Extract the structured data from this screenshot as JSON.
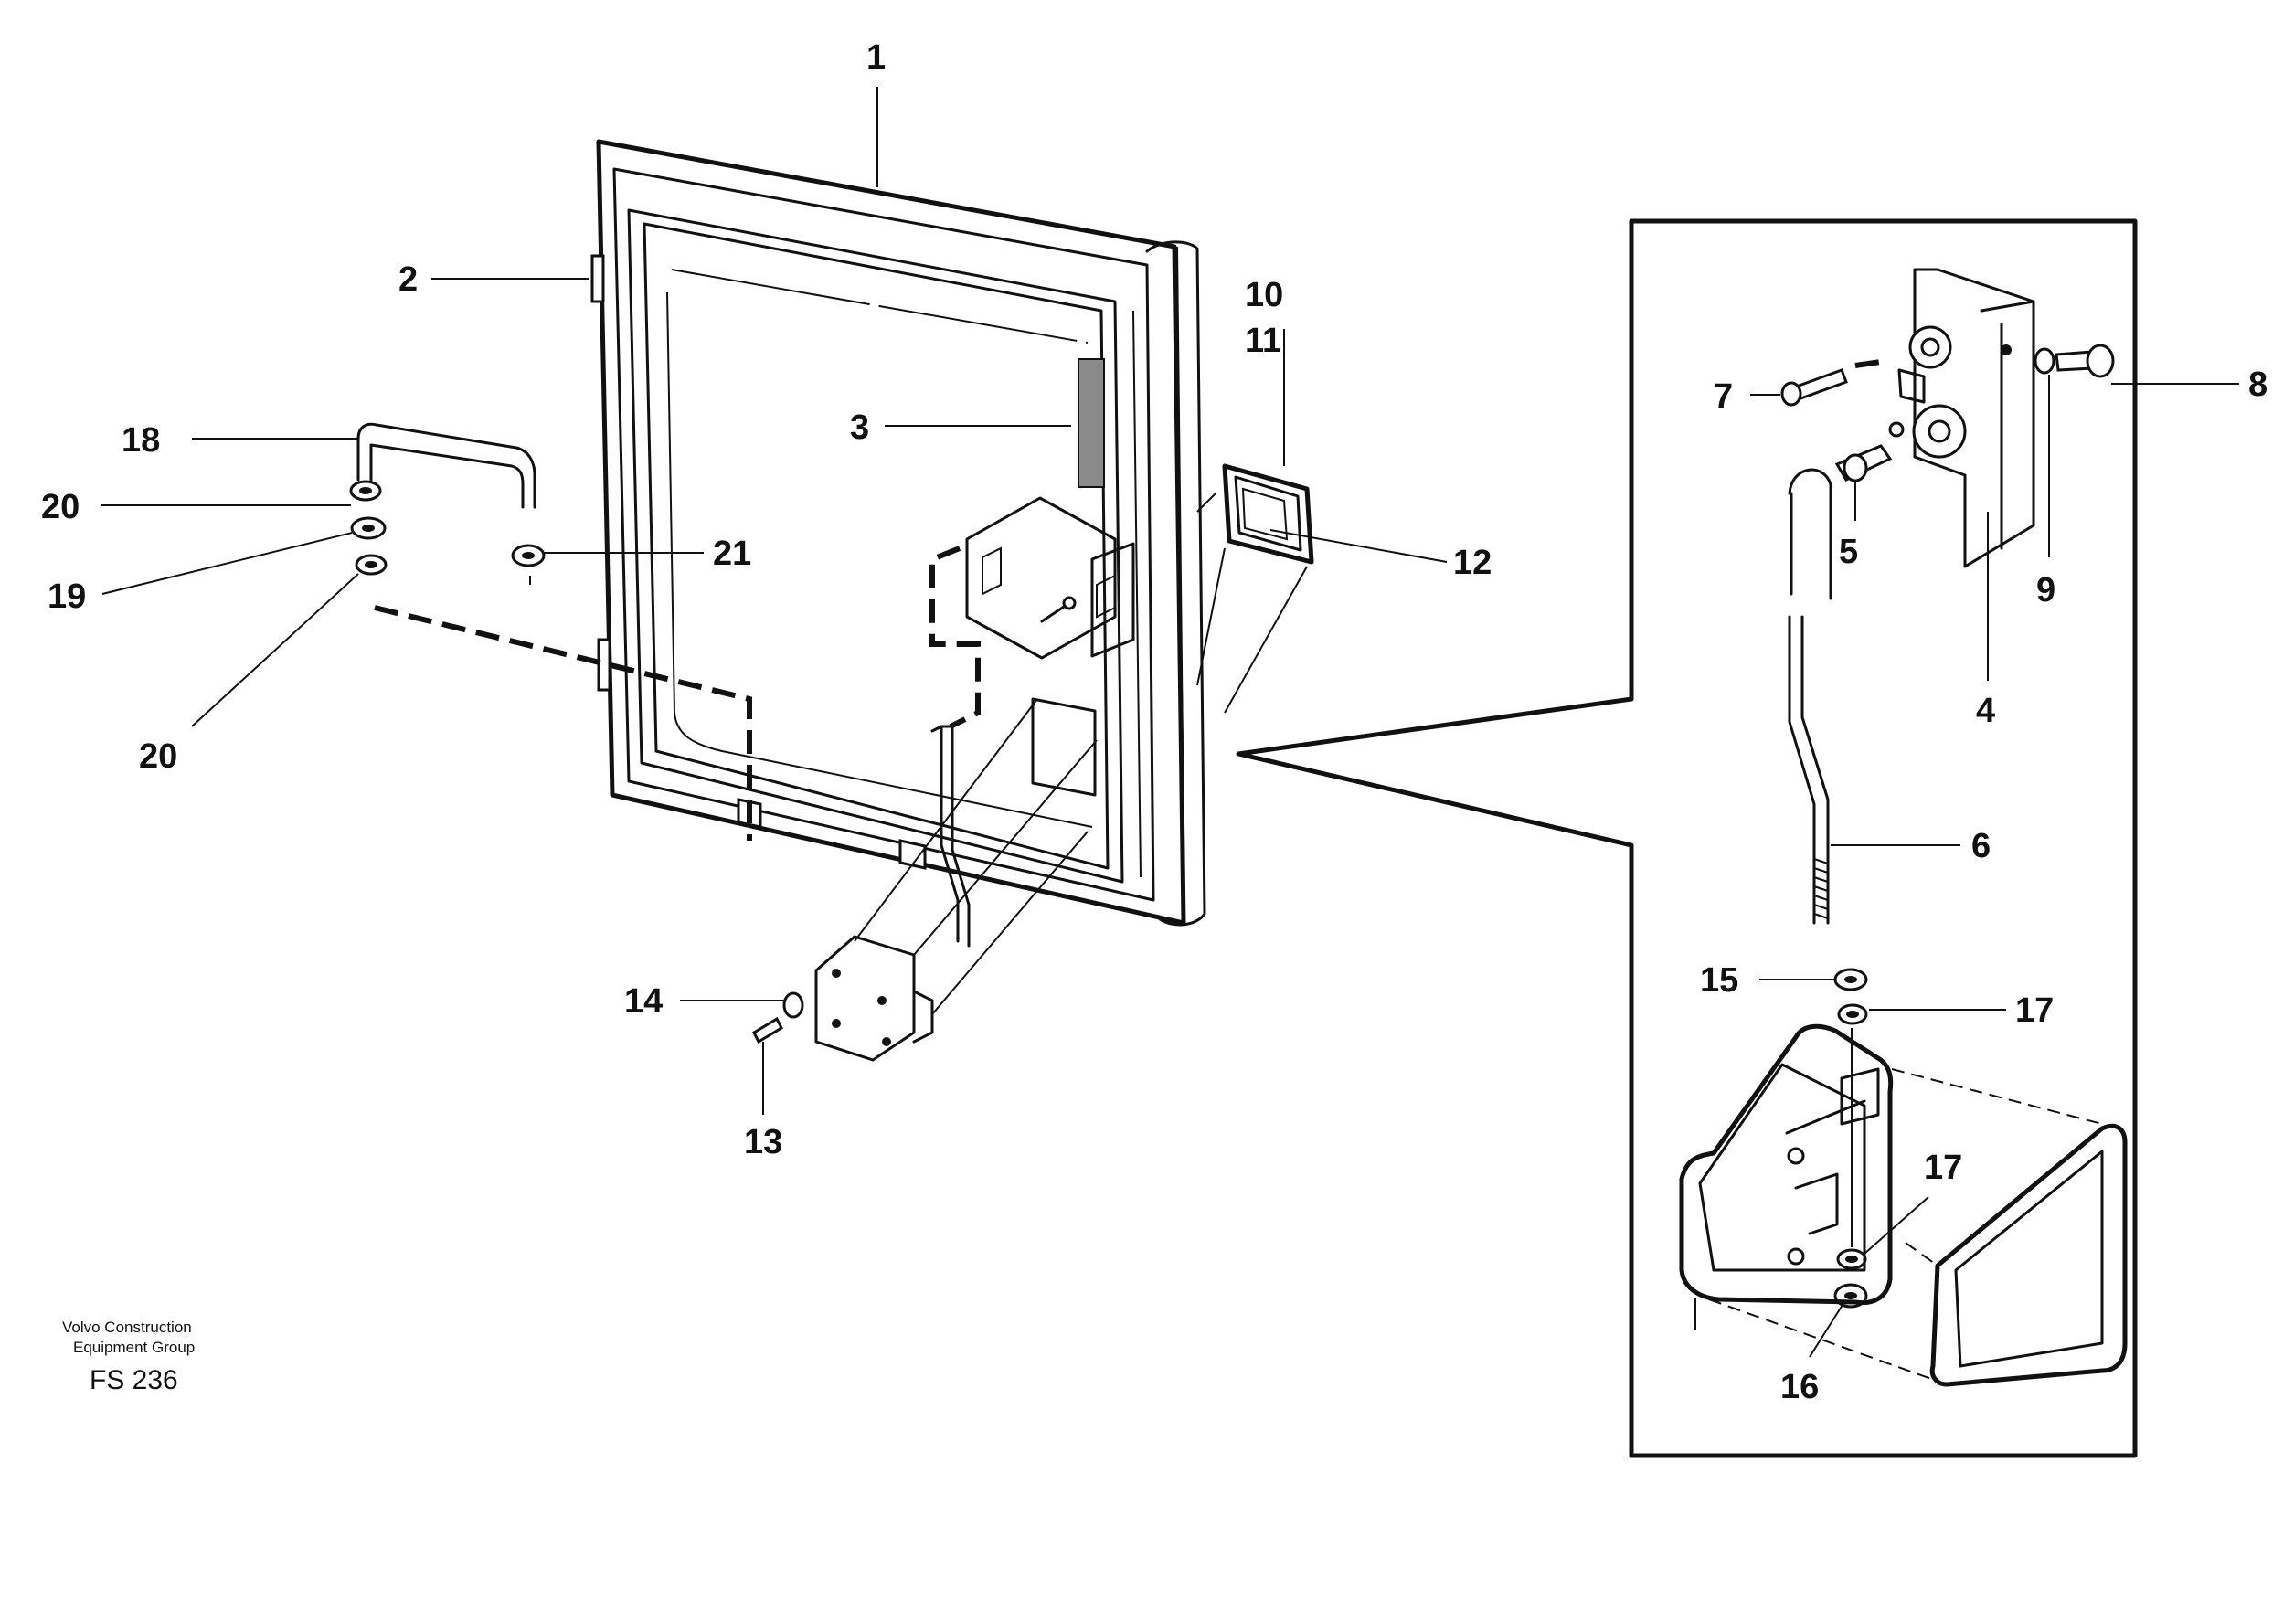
{
  "callouts": {
    "c1": "1",
    "c2": "2",
    "c3": "3",
    "c4": "4",
    "c5": "5",
    "c6": "6",
    "c7": "7",
    "c8": "8",
    "c9": "9",
    "c10": "10",
    "c11": "11",
    "c12": "12",
    "c13": "13",
    "c14": "14",
    "c15": "15",
    "c16": "16",
    "c17a": "17",
    "c17b": "17",
    "c18": "18",
    "c19": "19",
    "c20a": "20",
    "c20b": "20",
    "c21": "21"
  },
  "footer": {
    "company_line1": "Volvo Construction",
    "company_line2": "Equipment Group",
    "figure_code": "FS 236"
  }
}
